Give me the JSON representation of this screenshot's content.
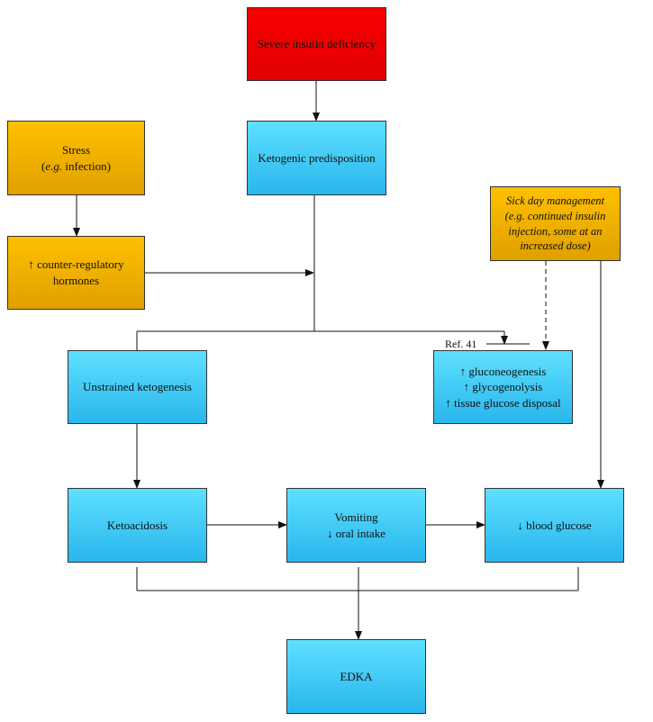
{
  "nodes": {
    "insulin": "Severe insulin deficiency",
    "ketogenic": "Ketogenic predisposition",
    "stress_line1": "Stress",
    "stress_eg": "e.g.",
    "stress_rest": " infection)",
    "hormones_line1": "↑ counter-regulatory",
    "hormones_line2": "hormones",
    "sickday_line1": "Sick day management",
    "sickday_line2": "(e.g. continued insulin",
    "sickday_line3": "injection, some at an",
    "sickday_line4": "increased dose)",
    "ketogenesis": "Unstrained ketogenesis",
    "gluco_line1": "↑ gluconeogenesis",
    "gluco_line2": "↑ glycogenolysis",
    "gluco_line3": "↑ tissue glucose disposal",
    "ketoacidosis": "Ketoacidosis",
    "vomit_line1": "Vomiting",
    "vomit_line2": "↓ oral intake",
    "glucose": "↓ blood glucose",
    "edka": "EDKA"
  },
  "ref_label": "Ref. 41",
  "colors": {
    "red": "#f00000",
    "blue": "#3cc8f4",
    "orange": "#f0b000"
  }
}
